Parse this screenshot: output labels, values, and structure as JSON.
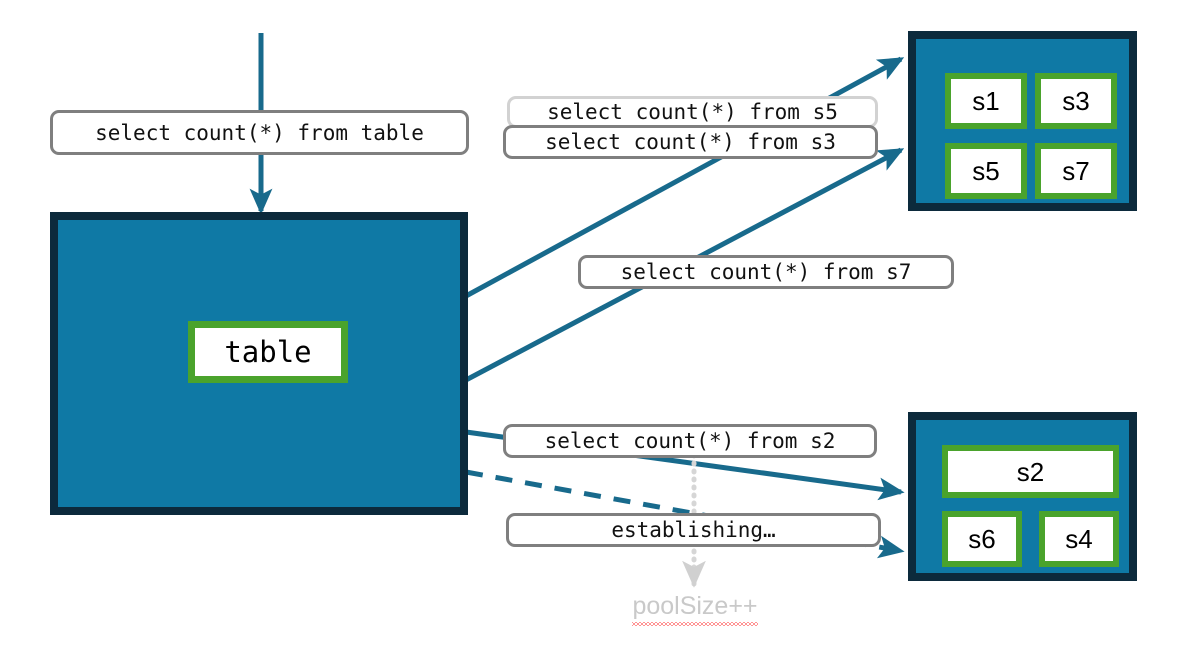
{
  "diagram": {
    "title": "connection pool query routing",
    "colors": {
      "teal_fill": "#0f79a5",
      "navy_border": "#0c2a3c",
      "green_border": "#4aa32c",
      "arrow_blue": "#186a8c",
      "label_border": "#7f7f7f",
      "label_border_faded": "#d2d2d2",
      "dotted_gray": "#d6d6d6",
      "poolsize_text": "#c9c9c9",
      "spellcheck_red": "#ff2a2a"
    }
  },
  "labels": {
    "query_table": "select count(*) from table",
    "query_s5": "select count(*) from s5",
    "query_s3": "select count(*) from s3",
    "query_s7": "select count(*) from s7",
    "query_s2": "select count(*) from s2",
    "establishing": "establishing…",
    "poolsize": "poolSize++"
  },
  "table_container": {
    "chip": "table"
  },
  "pool_top": {
    "chips": [
      {
        "label": "s1"
      },
      {
        "label": "s3"
      },
      {
        "label": "s5"
      },
      {
        "label": "s7"
      }
    ]
  },
  "pool_bottom": {
    "chips": [
      {
        "label": "s2"
      },
      {
        "label": "s6"
      },
      {
        "label": "s4"
      }
    ]
  },
  "edges": [
    {
      "name": "table-query-down",
      "style": "solid",
      "from": "query-label",
      "to": "table-container"
    },
    {
      "name": "table-to-pool-top-upper",
      "style": "solid",
      "from": "table-container",
      "to": "pool-top"
    },
    {
      "name": "table-to-pool-top-lower",
      "style": "solid",
      "from": "table-container",
      "to": "pool-top"
    },
    {
      "name": "table-to-pool-bottom-solid",
      "style": "solid",
      "from": "table-container",
      "to": "pool-bottom"
    },
    {
      "name": "table-to-pool-bottom-dashed",
      "style": "dashed",
      "from": "table-container",
      "to": "pool-bottom"
    },
    {
      "name": "establishing-to-poolsize",
      "style": "dotted",
      "from": "establishing-label",
      "to": "poolsize-text"
    }
  ]
}
